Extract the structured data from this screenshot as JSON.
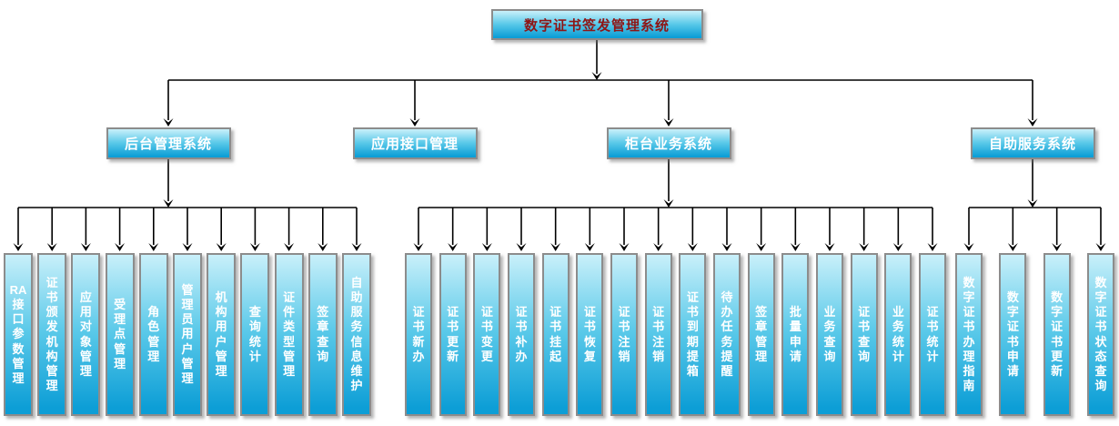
{
  "root": {
    "label": "数字证书签发管理系统"
  },
  "branches": [
    {
      "label": "后台管理系统",
      "children": [
        "RA接口参数管理",
        "证书颁发机构管理",
        "应用对象管理",
        "受理点管理",
        "角色管理",
        "管理员用户管理",
        "机构用户管理",
        "查询统计",
        "证件类型管理",
        "签章查询",
        "自助服务信息维护"
      ]
    },
    {
      "label": "应用接口管理",
      "children": []
    },
    {
      "label": "柜台业务系统",
      "children": [
        "证书新办",
        "证书更新",
        "证书变更",
        "证书补办",
        "证书挂起",
        "证书恢复",
        "证书注销",
        "证书注销",
        "证书到期提箱",
        "待办任务提醒",
        "签章管理",
        "批量申请",
        "业务查询",
        "证书查询",
        "业务统计",
        "证书统计"
      ]
    },
    {
      "label": "自助服务系统",
      "children": [
        "数字证书办理指南",
        "数字证书申请",
        "数字证书更新",
        "数字证书状态查询"
      ]
    }
  ],
  "colors": {
    "node_gradient_top": "#c9f0fa",
    "node_gradient_mid": "#5ac9e9",
    "node_gradient_bottom": "#0d9ed6",
    "border": "#8c8c8c",
    "connector": "#000000",
    "root_text": "#8e1515",
    "node_text": "#ffffff"
  }
}
